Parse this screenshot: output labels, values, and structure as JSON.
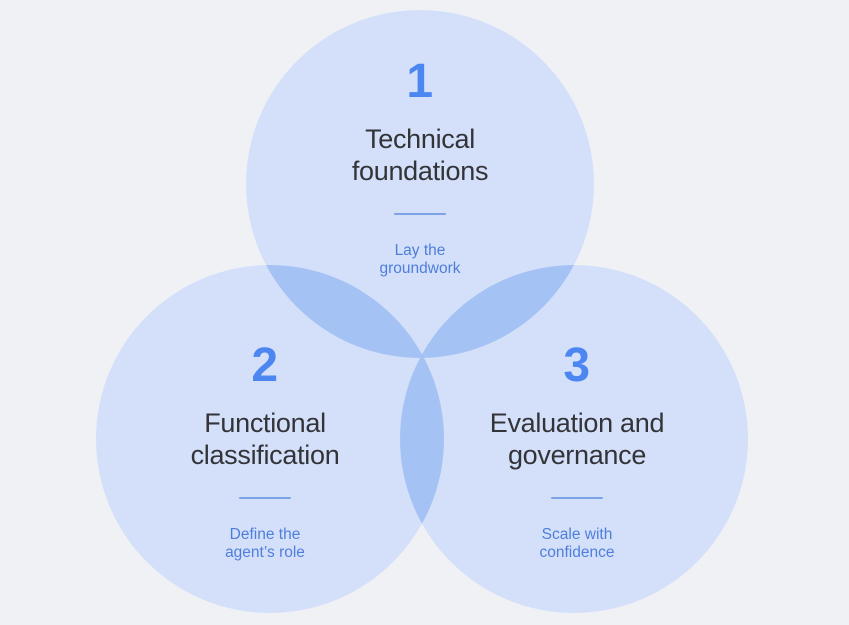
{
  "diagram": {
    "type": "venn",
    "background_color": "#F0F1F4",
    "colors": {
      "circle_fill": "#D4E0FA",
      "overlap_fill": "#A5C2F4",
      "number_color": "#4C86F1",
      "title_color": "#333438",
      "divider_color": "#7BA3E5",
      "subtitle_color": "#4E7EDA"
    },
    "circles": [
      {
        "position": "top",
        "number": "1",
        "title": "Technical foundations",
        "subtitle": "Lay the groundwork"
      },
      {
        "position": "bottom-left",
        "number": "2",
        "title": "Functional classification",
        "subtitle": "Define the agent’s role"
      },
      {
        "position": "bottom-right",
        "number": "3",
        "title": "Evaluation and governance",
        "subtitle": "Scale with confidence"
      }
    ]
  }
}
